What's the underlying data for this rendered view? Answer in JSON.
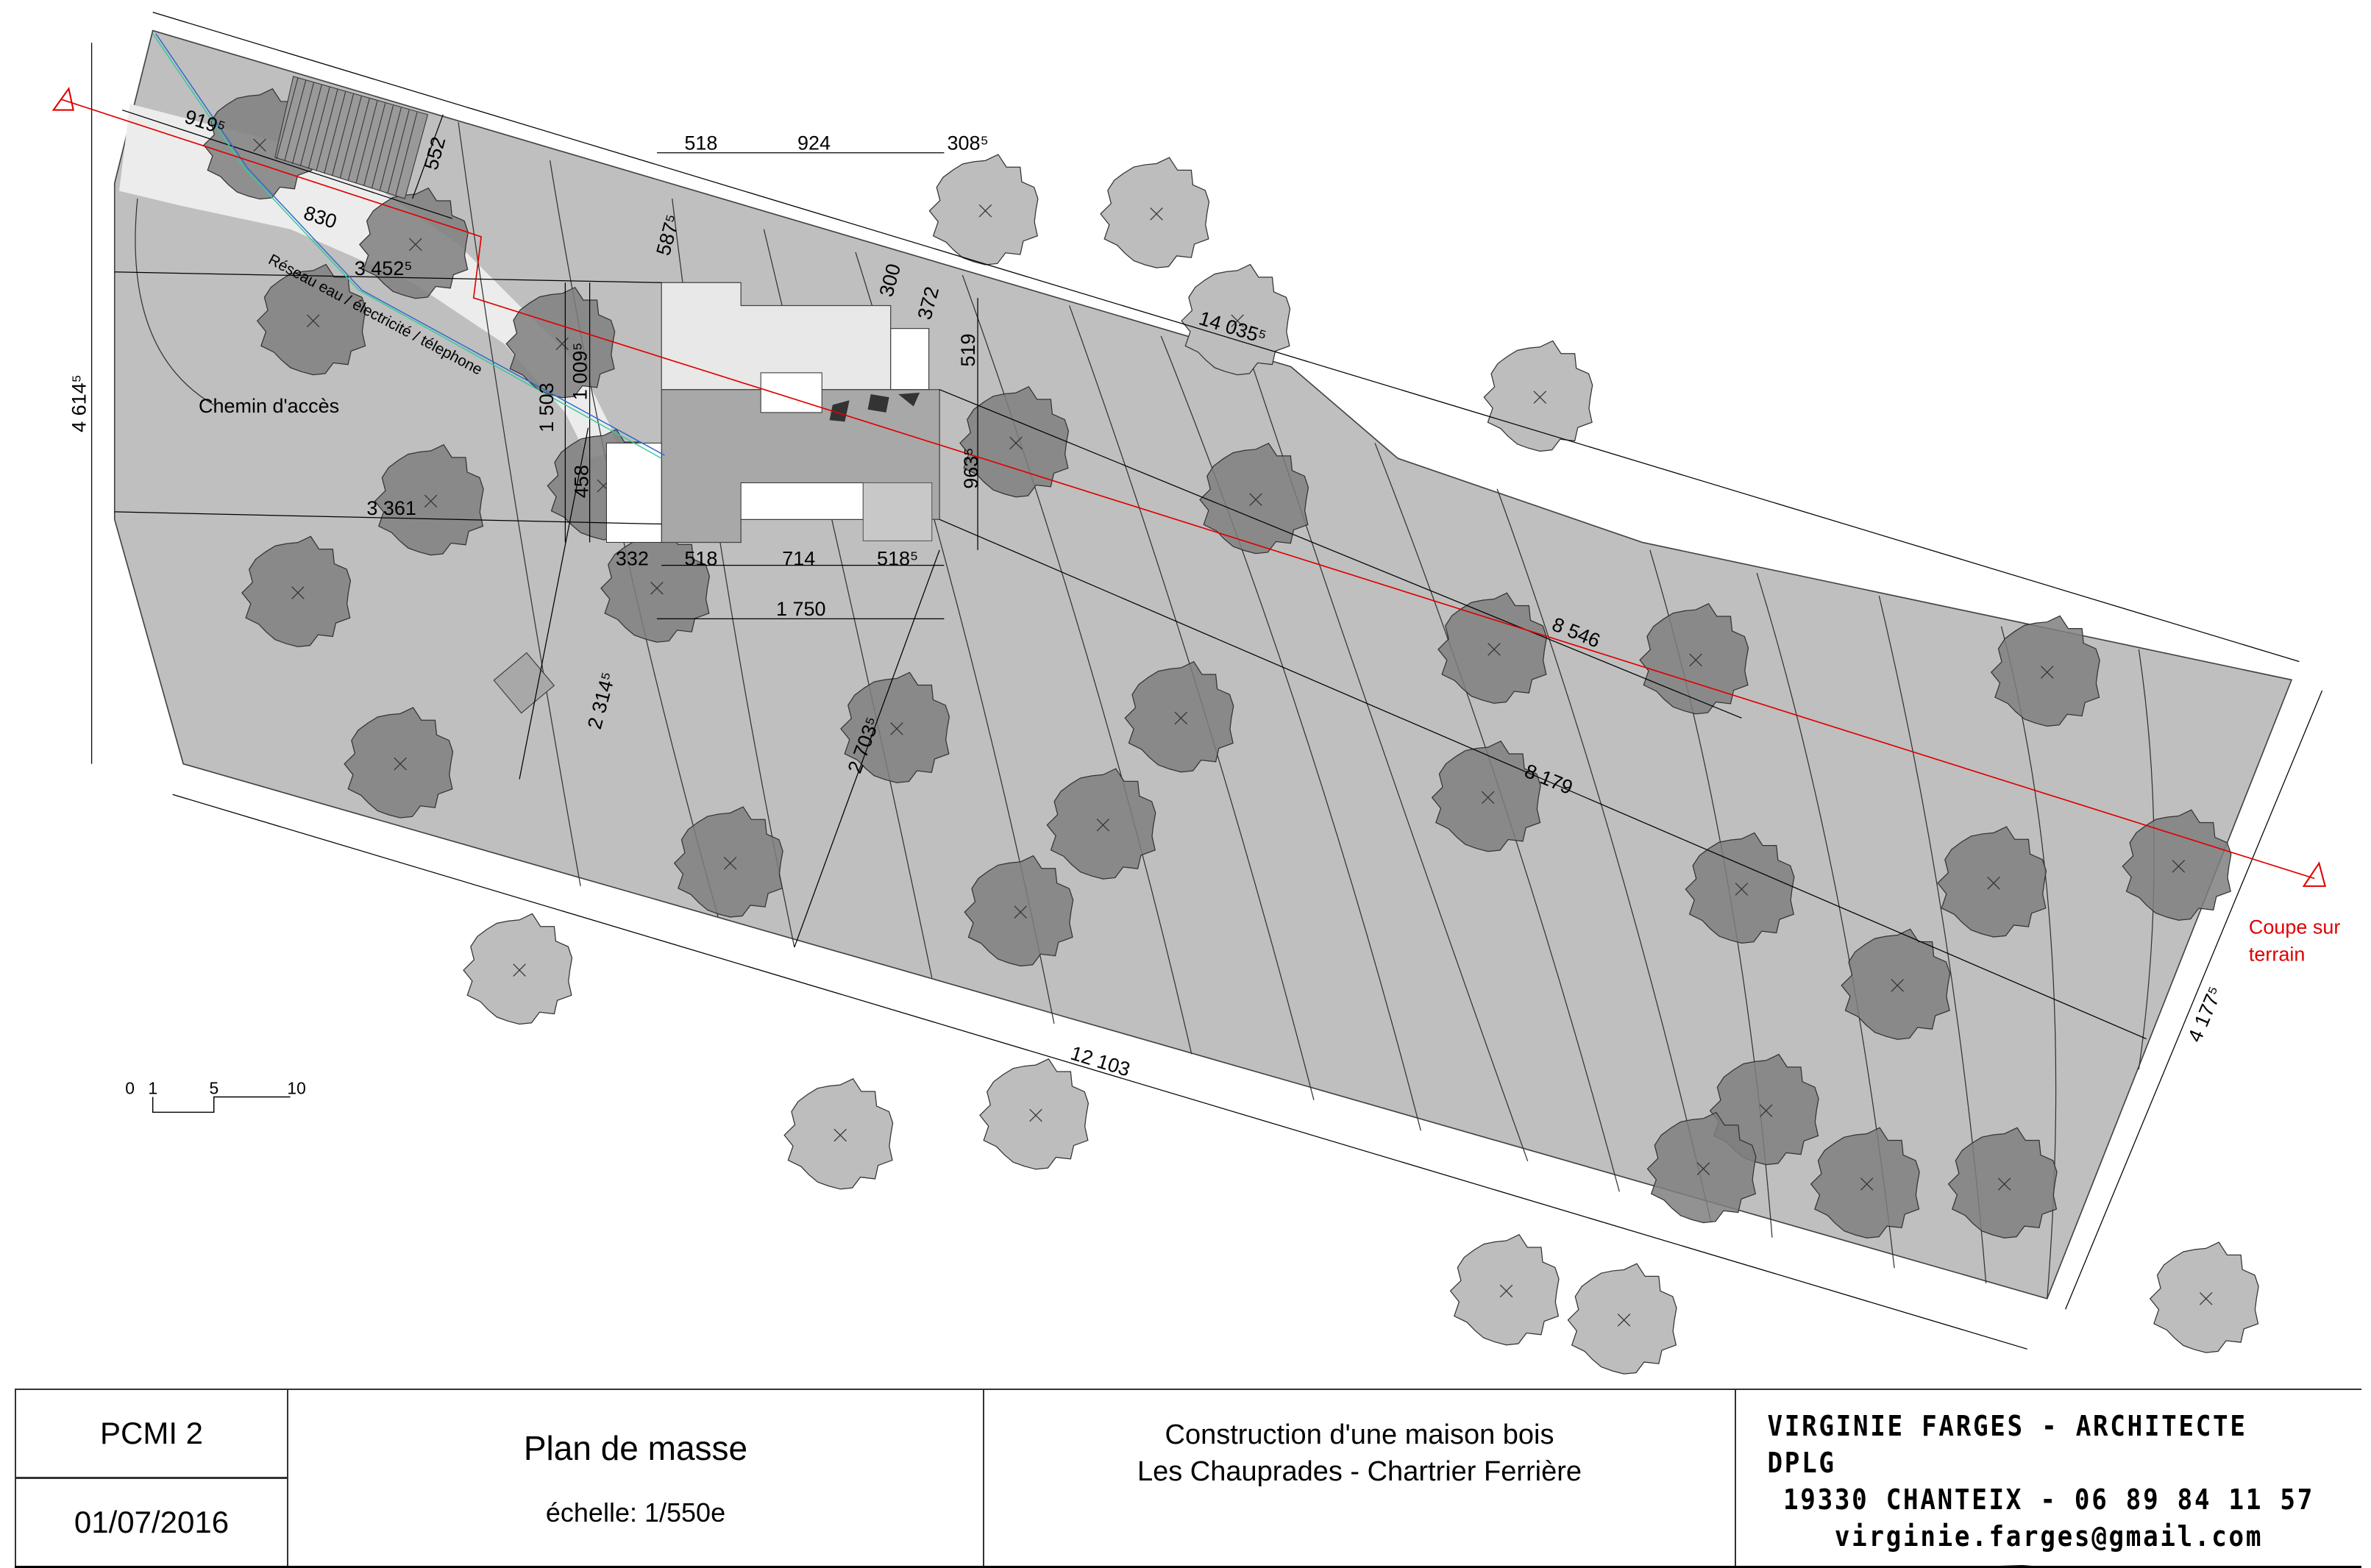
{
  "plan": {
    "labels": {
      "path": "Chemin d'accès",
      "network": "Réseau eau / électricité / télephone",
      "section": [
        "Coupe sur",
        "terrain"
      ]
    },
    "dimensions": {
      "d919": "919⁵",
      "d830": "830",
      "d552": "552",
      "d3452": "3 452⁵",
      "d518a": "518",
      "d924": "924",
      "d3085": "308⁵",
      "d5875": "587⁵",
      "d300": "300",
      "d372": "372",
      "d519": "519",
      "d9635": "963⁵",
      "d1503": "1 503",
      "d10095": "1 009⁵",
      "d458": "458",
      "d3361": "3 361",
      "d332": "332",
      "d518b": "518",
      "d714": "714",
      "d5185": "518⁵",
      "d1750": "1 750",
      "d4614": "4 614⁵",
      "d14035": "14 035⁵",
      "d8546": "8 546",
      "d8179": "8 179",
      "d2314": "2 314⁵",
      "d2703": "2 703⁵",
      "d12103": "12 103",
      "d4177": "4 177⁵"
    },
    "scale_bar": [
      "0",
      "1",
      "5",
      "10"
    ],
    "colors": {
      "parcel": "#bfbfbf",
      "tree_dark": "#7f7f7f",
      "tree_light": "#bdbdbd",
      "section_line": "#e00000"
    }
  },
  "title_block": {
    "sheet": "PCMI 2",
    "date": "01/07/2016",
    "title": "Plan de masse",
    "scale": "échelle: 1/550e",
    "project_line1": "Construction d'une maison bois",
    "project_line2": "Les Chauprades - Chartrier Ferrière",
    "architect_line1": "VIRGINIE FARGES - ARCHITECTE DPLG",
    "architect_line2": "19330 CHANTEIX - 06 89 84 11 57",
    "architect_email": "virginie.farges@gmail.com"
  }
}
